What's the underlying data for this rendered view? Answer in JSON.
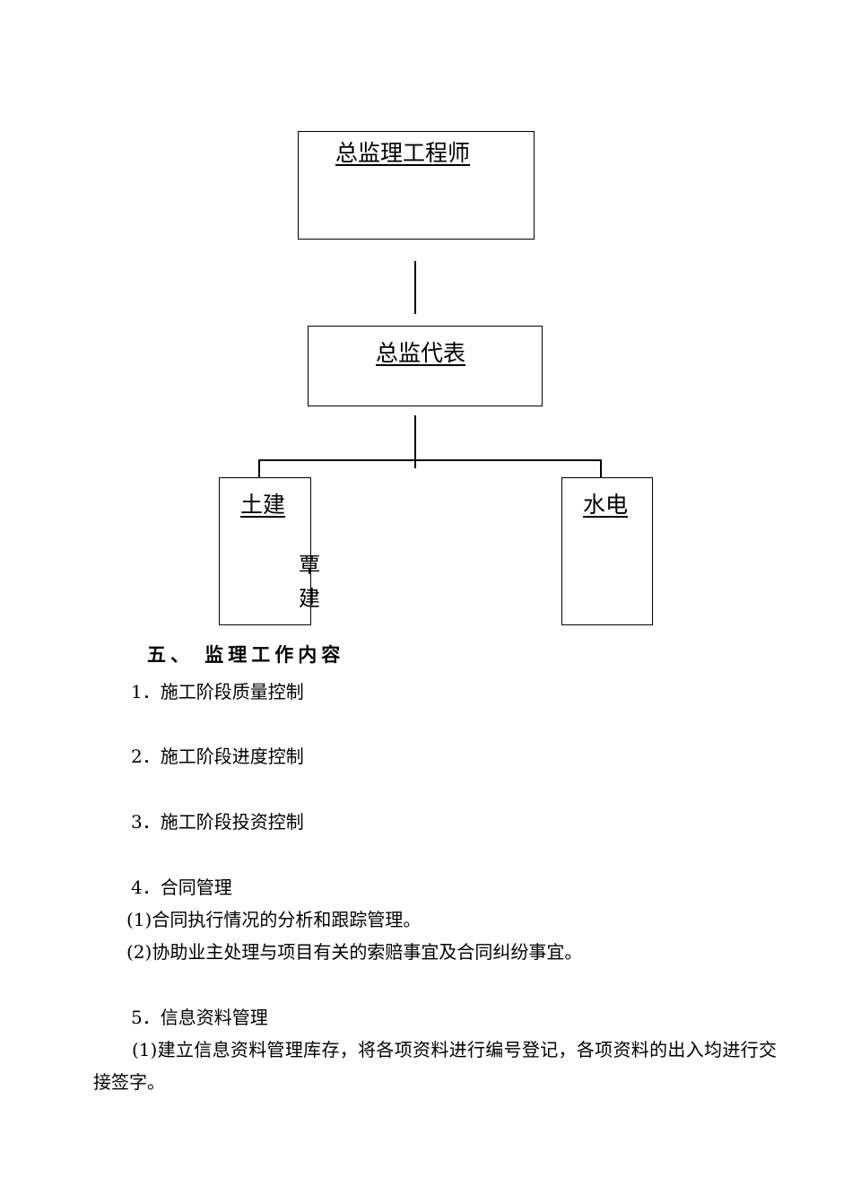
{
  "org_chart": {
    "chief_engineer": "总监理工程师",
    "chief_representative": "总监代表",
    "civil": "土建",
    "water_electric": "水电",
    "stray_chars": [
      "覃",
      "建"
    ]
  },
  "section": {
    "heading": "五、 监理工作内容",
    "items": [
      "1．施工阶段质量控制",
      "2．施工阶段进度控制",
      "3．施工阶段投资控制",
      "4．合同管理",
      "(1)合同执行情况的分析和跟踪管理。",
      "(2)协助业主处理与项目有关的索赔事宜及合同纠纷事宜。",
      "5．信息资料管理",
      "(1)建立信息资料管理库存，将各项资料进行编号登记，各项资料的出入均进行交接签字。"
    ]
  }
}
